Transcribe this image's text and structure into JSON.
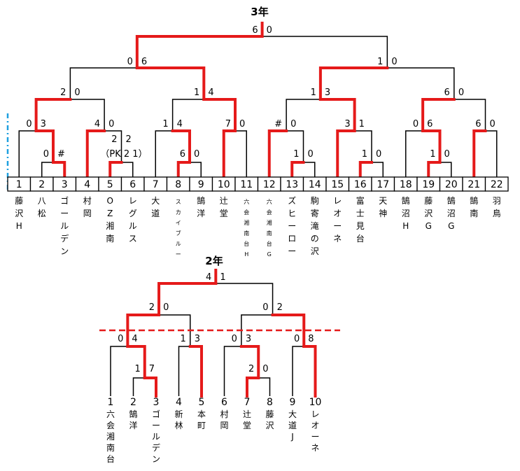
{
  "grade3": {
    "title": "3年",
    "pk_note": "（PK 2 1）",
    "teams": [
      {
        "no": "1",
        "name": "藤沢H"
      },
      {
        "no": "2",
        "name": "八松"
      },
      {
        "no": "3",
        "name": "ゴールデン"
      },
      {
        "no": "4",
        "name": "村岡"
      },
      {
        "no": "5",
        "name": "OZ湘南"
      },
      {
        "no": "6",
        "name": "レグルス"
      },
      {
        "no": "7",
        "name": "大道"
      },
      {
        "no": "8",
        "name": "スカイブルー"
      },
      {
        "no": "9",
        "name": "鵠洋"
      },
      {
        "no": "10",
        "name": "辻堂"
      },
      {
        "no": "11",
        "name": "六会湘南台H"
      },
      {
        "no": "12",
        "name": "六会湘南台G"
      },
      {
        "no": "13",
        "name": "ズヒーロー"
      },
      {
        "no": "14",
        "name": "駒寄滝の沢"
      },
      {
        "no": "15",
        "name": "レオーネ"
      },
      {
        "no": "16",
        "name": "富士見台"
      },
      {
        "no": "17",
        "name": "天神"
      },
      {
        "no": "18",
        "name": "鵠沼H"
      },
      {
        "no": "19",
        "name": "藤沢G"
      },
      {
        "no": "20",
        "name": "鵠沼G"
      },
      {
        "no": "21",
        "name": "鵠南"
      },
      {
        "no": "22",
        "name": "羽鳥"
      }
    ],
    "matches": [
      {
        "id": "m2_3",
        "left": "0",
        "right": "#"
      },
      {
        "id": "m5_6",
        "left": "2",
        "right": "2"
      },
      {
        "id": "m8_9",
        "left": "6",
        "right": "0"
      },
      {
        "id": "m13_14",
        "left": "1",
        "right": "0"
      },
      {
        "id": "m16_17",
        "left": "1",
        "right": "0"
      },
      {
        "id": "m19_20",
        "left": "1",
        "right": "0"
      },
      {
        "id": "r1a",
        "left": "0",
        "right": "3"
      },
      {
        "id": "r1b",
        "left": "4",
        "right": "0"
      },
      {
        "id": "r1c",
        "left": "1",
        "right": "4"
      },
      {
        "id": "r1d",
        "left": "7",
        "right": "0"
      },
      {
        "id": "r1e",
        "left": "#",
        "right": "0"
      },
      {
        "id": "r1f",
        "left": "3",
        "right": "1"
      },
      {
        "id": "r1g",
        "left": "0",
        "right": "6"
      },
      {
        "id": "r1h",
        "left": "6",
        "right": "0"
      },
      {
        "id": "r2a",
        "left": "2",
        "right": "0"
      },
      {
        "id": "r2b",
        "left": "1",
        "right": "4"
      },
      {
        "id": "r2c",
        "left": "1",
        "right": "3"
      },
      {
        "id": "r2d",
        "left": "6",
        "right": "0"
      },
      {
        "id": "sfa",
        "left": "0",
        "right": "6"
      },
      {
        "id": "sfb",
        "left": "1",
        "right": "0"
      },
      {
        "id": "final",
        "left": "6",
        "right": "0"
      }
    ]
  },
  "grade2": {
    "title": "2年",
    "teams": [
      {
        "no": "1",
        "name": "六会湘南台"
      },
      {
        "no": "2",
        "name": "鵠洋"
      },
      {
        "no": "3",
        "name": "ゴールデン"
      },
      {
        "no": "4",
        "name": "新林"
      },
      {
        "no": "5",
        "name": "本町"
      },
      {
        "no": "6",
        "name": "村岡"
      },
      {
        "no": "7",
        "name": "辻堂"
      },
      {
        "no": "8",
        "name": "藤沢"
      },
      {
        "no": "9",
        "name": "大道J"
      },
      {
        "no": "10",
        "name": "レオーネ"
      }
    ],
    "matches": [
      {
        "id": "m2_3",
        "left": "1",
        "right": "7"
      },
      {
        "id": "m7_8",
        "left": "2",
        "right": "0"
      },
      {
        "id": "qa",
        "left": "0",
        "right": "4"
      },
      {
        "id": "qb",
        "left": "1",
        "right": "3"
      },
      {
        "id": "qc",
        "left": "0",
        "right": "3"
      },
      {
        "id": "qd",
        "left": "0",
        "right": "8"
      },
      {
        "id": "sfa",
        "left": "2",
        "right": "0"
      },
      {
        "id": "sfb",
        "left": "0",
        "right": "2"
      },
      {
        "id": "final",
        "left": "4",
        "right": "1"
      }
    ]
  }
}
